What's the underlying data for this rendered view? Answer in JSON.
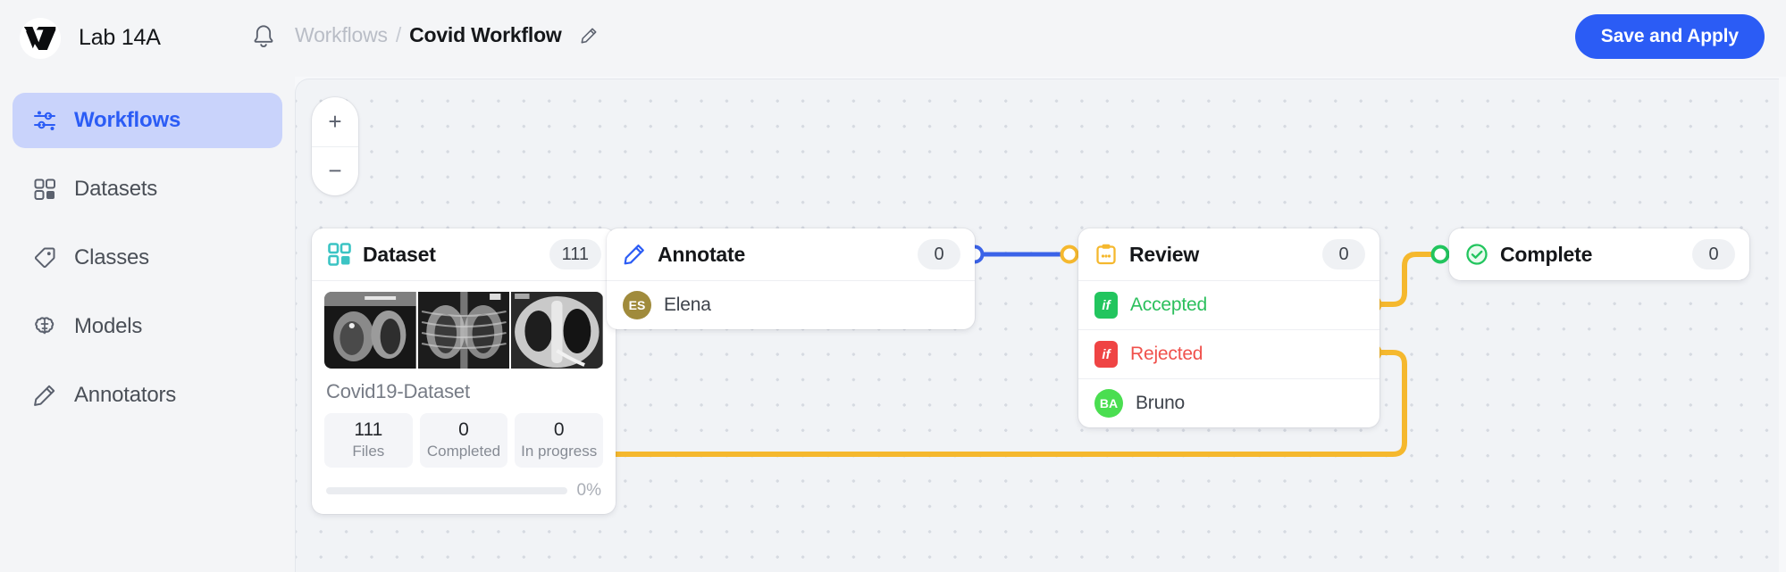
{
  "header": {
    "org_name": "Lab 14A",
    "logo_name": "v7-logo",
    "bell_icon": "bell-icon",
    "breadcrumb_parent": "Workflows",
    "breadcrumb_separator": "/",
    "breadcrumb_current": "Covid Workflow",
    "edit_icon": "pencil-icon",
    "save_label": "Save and Apply",
    "accent_color": "#2B5CF5"
  },
  "sidebar": {
    "items": [
      {
        "label": "Workflows",
        "icon": "workflow-icon",
        "active": true
      },
      {
        "label": "Datasets",
        "icon": "grid-icon",
        "active": false
      },
      {
        "label": "Classes",
        "icon": "tag-icon",
        "active": false
      },
      {
        "label": "Models",
        "icon": "brain-icon",
        "active": false
      },
      {
        "label": "Annotators",
        "icon": "pencil-icon",
        "active": false
      }
    ],
    "active_bg": "#C9D3FB",
    "active_fg": "#2B5CF5"
  },
  "canvas": {
    "zoom_in_label": "+",
    "zoom_out_label": "−",
    "background": "#F1F3F6",
    "dot_color": "#D6DAE1"
  },
  "nodes": {
    "dataset": {
      "title": "Dataset",
      "icon": "grid-icon",
      "icon_color": "#3BC4C4",
      "count": "111",
      "dataset_name": "Covid19-Dataset",
      "stats": [
        {
          "value": "111",
          "label": "Files"
        },
        {
          "value": "0",
          "label": "Completed"
        },
        {
          "value": "0",
          "label": "In progress"
        }
      ],
      "progress_percent": "0%",
      "progress_value": 0,
      "thumbnails": [
        "chest-xray-1",
        "chest-xray-2",
        "chest-xray-3"
      ],
      "out_port_color": "#17BEBB"
    },
    "annotate": {
      "title": "Annotate",
      "icon": "pencil-icon",
      "icon_color": "#2B5CF5",
      "count": "0",
      "assignee": {
        "initials": "ES",
        "name": "Elena",
        "color": "#A08B3C"
      },
      "in_port_color": "#3B63E8",
      "out_port_color": "#3B63E8"
    },
    "review": {
      "title": "Review",
      "icon": "clipboard-icon",
      "icon_color": "#F5B82E",
      "count": "0",
      "conditions": [
        {
          "badge": "if",
          "label": "Accepted",
          "color": "#22C55E",
          "text_color": "#2BBF5C"
        },
        {
          "badge": "if",
          "label": "Rejected",
          "color": "#EF4444",
          "text_color": "#F0514C"
        }
      ],
      "assignee": {
        "initials": "BA",
        "name": "Bruno",
        "color": "#4ADE50"
      },
      "in_port_color": "#F5B82E",
      "out_port_color": "#F5B82E"
    },
    "complete": {
      "title": "Complete",
      "icon": "check-circle-icon",
      "icon_color": "#22C55E",
      "count": "0",
      "in_port_color": "#22C55E"
    }
  },
  "edges": [
    {
      "name": "dataset-to-annotate",
      "color": "#17BEBB"
    },
    {
      "name": "annotate-to-review",
      "color": "#3B63E8"
    },
    {
      "name": "accepted-to-complete",
      "color": "#F5B82E"
    },
    {
      "name": "rejected-to-annotate",
      "color": "#F5B82E"
    }
  ]
}
